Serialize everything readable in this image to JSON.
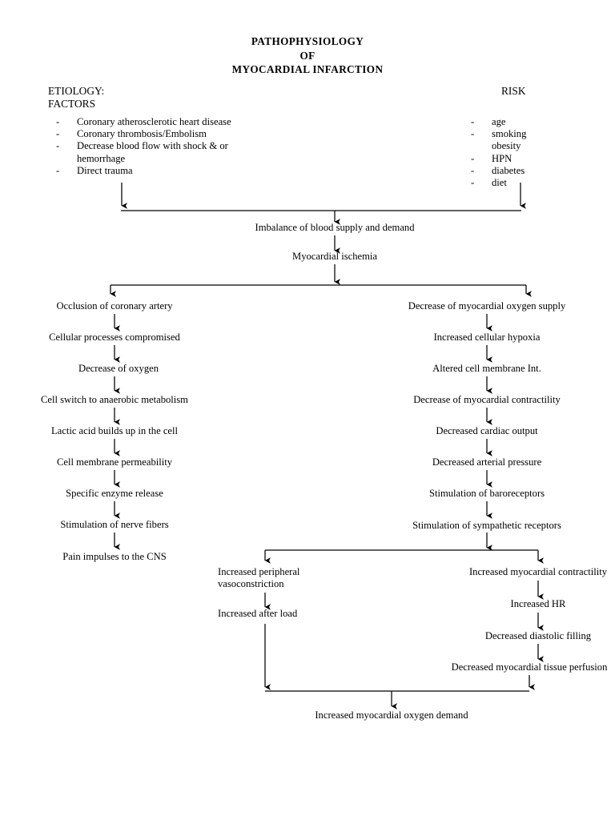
{
  "document": {
    "title_lines": [
      "PATHOPHYSIOLOGY",
      "OF",
      "MYOCARDIAL INFARCTION"
    ],
    "ink_color": "#000000",
    "paper_color": "#ffffff"
  },
  "etiology": {
    "heading": "ETIOLOGY:\nFACTORS",
    "bullet_marker": "-",
    "items": [
      {
        "marker": "-",
        "text": "Coronary atherosclerotic heart disease"
      },
      {
        "marker": "-",
        "text": "Coronary thrombosis/Embolism"
      },
      {
        "marker": "-",
        "text": "Decrease blood flow with shock & or\nhemorrhage"
      },
      {
        "marker": "-",
        "text": "Direct trauma"
      }
    ]
  },
  "risk": {
    "heading": "RISK",
    "items": [
      {
        "marker": "-",
        "text": "age"
      },
      {
        "marker": "-",
        "text": "smoking"
      },
      {
        "marker": "",
        "text": "obesity"
      },
      {
        "marker": "-",
        "text": "HPN"
      },
      {
        "marker": "-",
        "text": "diabetes"
      },
      {
        "marker": "-",
        "text": "diet"
      }
    ]
  },
  "trunk": {
    "imbalance": "Imbalance of blood supply and demand",
    "ischemia": "Myocardial ischemia"
  },
  "left_branch": {
    "steps": [
      "Occlusion of coronary artery",
      "Cellular processes compromised",
      "Decrease of oxygen",
      "Cell switch to anaerobic metabolism",
      "Lactic acid builds up in the cell",
      "Cell membrane permeability",
      "Specific enzyme release",
      "Stimulation of nerve fibers",
      "Pain impulses to the CNS"
    ]
  },
  "right_branch": {
    "steps": [
      "Decrease of myocardial oxygen supply",
      "Increased cellular hypoxia",
      "Altered cell membrane Int.",
      "Decrease of myocardial contractility",
      "Decreased cardiac output",
      "Decreased arterial pressure",
      "Stimulation of baroreceptors",
      "Stimulation of sympathetic receptors"
    ]
  },
  "sympathetic_split": {
    "left_path": [
      "Increased peripheral\nvasoconstriction",
      "Increased after load"
    ],
    "right_path": [
      "Increased myocardial contractility",
      "Increased HR",
      "Decreased diastolic filling",
      "Decreased myocardial tissue perfusion"
    ]
  },
  "outcome": {
    "text": "Increased myocardial oxygen demand"
  }
}
